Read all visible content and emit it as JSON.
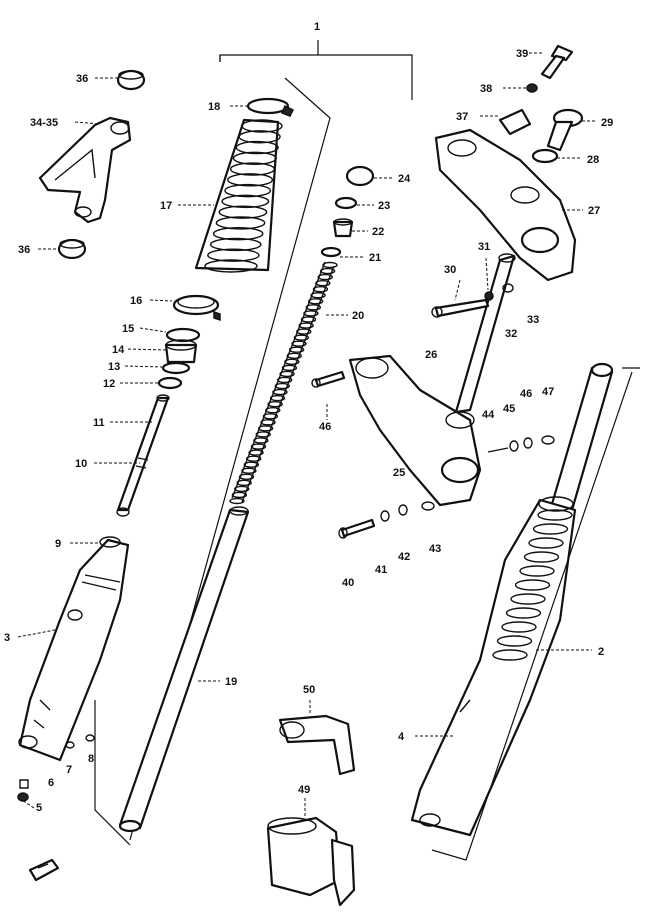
{
  "labels": {
    "n1": "1",
    "n2": "2",
    "n3": "3",
    "n4": "4",
    "n5": "5",
    "n6": "6",
    "n7": "7",
    "n8": "8",
    "n9": "9",
    "n10": "10",
    "n11": "11",
    "n12": "12",
    "n13": "13",
    "n14": "14",
    "n15": "15",
    "n16": "16",
    "n17": "17",
    "n18": "18",
    "n19": "19",
    "n20": "20",
    "n21": "21",
    "n22": "22",
    "n23": "23",
    "n24": "24",
    "n25": "25",
    "n26": "26",
    "n27": "27",
    "n28": "28",
    "n29": "29",
    "n30": "30",
    "n31": "31",
    "n32": "32",
    "n33": "33",
    "n3435": "34-35",
    "n36a": "36",
    "n36b": "36",
    "n37": "37",
    "n38": "38",
    "n39": "39",
    "n40": "40",
    "n41": "41",
    "n42": "42",
    "n43": "43",
    "n44": "44",
    "n45": "45",
    "n46a": "46",
    "n46b": "46",
    "n47": "47",
    "n49": "49",
    "n50": "50"
  },
  "colors": {
    "ink": "#111111",
    "paper": "#ffffff"
  },
  "icons": {
    "corner_mark": "front-arrow-icon"
  }
}
